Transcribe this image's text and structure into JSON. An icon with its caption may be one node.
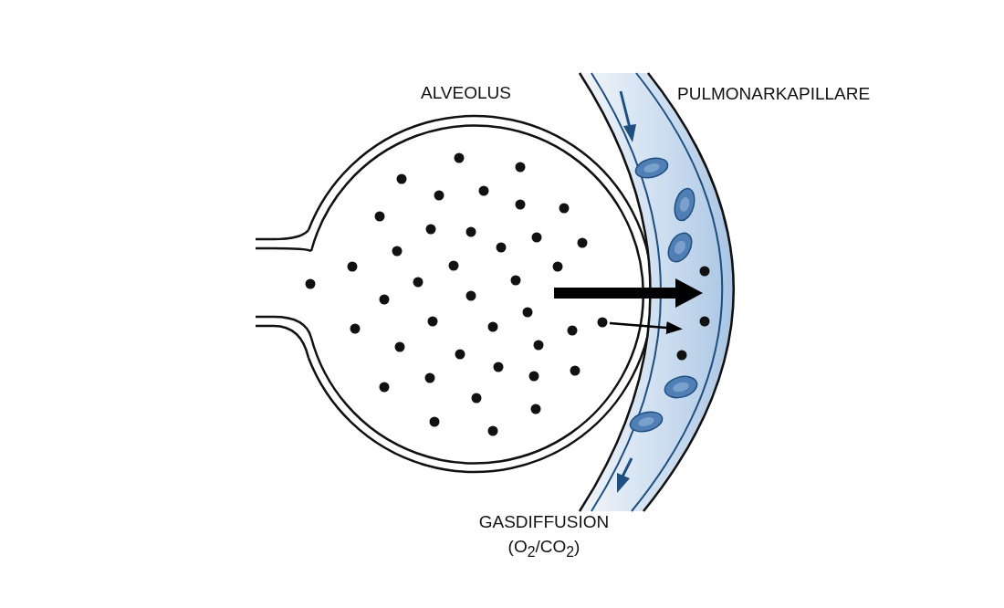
{
  "diagram": {
    "nodes": [
      {
        "text": [
          "ALVEOLUS"
        ]
      },
      {
        "text": [
          "PULMONARKAPILLARE"
        ]
      }
    ],
    "edges": [
      {
        "from": 0,
        "to": 1,
        "arrow": "to",
        "style": "thick"
      },
      {
        "from": 0,
        "to": 1,
        "arrow": "to"
      }
    ],
    "labels": [
      "GASDIFFUSION (O$_{2}$/CO$_{2}$)"
    ]
  }
}
